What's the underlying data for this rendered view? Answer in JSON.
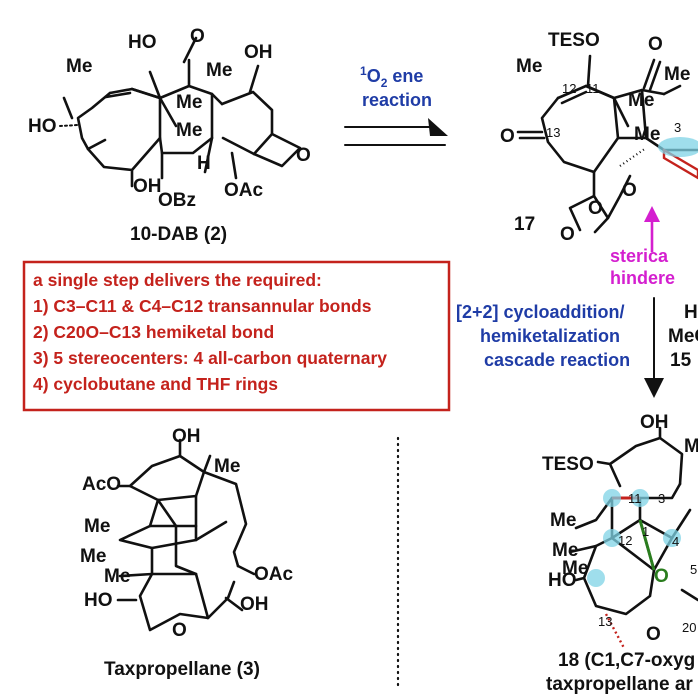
{
  "compound_2": {
    "name": "10-DAB (2)",
    "labels": {
      "oh_top_left": "HO",
      "oh_top_right": "OH",
      "me_left": "Me",
      "me_c8": "Me",
      "me_gem1": "Me",
      "me_gem2": "Me",
      "ho_left": "HO",
      "h": "H",
      "o_ring": "O",
      "oh_bottom": "OH",
      "obz": "OBz",
      "oac": "OAc",
      "o_ketone": "O"
    }
  },
  "arrow_1": {
    "line1": "O",
    "superscript": "1",
    "subscript": "2",
    "line1_rest": " ene",
    "line2": "reaction"
  },
  "compound_17": {
    "number": "17",
    "labels": {
      "teso": "TESO",
      "o_ketone": "O",
      "me_left": "Me",
      "me_top": "Me",
      "me1": "Me",
      "me2": "Me",
      "c12": "12",
      "c11": "11",
      "c13": "13",
      "c3": "3",
      "o_13": "O",
      "o_carb1": "O",
      "o_carb2": "O",
      "o_carb3": "O"
    },
    "note_line1": "sterica",
    "note_line2": "hindere"
  },
  "conditions_box": {
    "title": "a single step delivers the required:",
    "items": [
      "1) C3–C11 & C4–C12  transannular bonds",
      "2) C20O–C13 hemiketal bond",
      "3) 5 stereocenters: 4 all-carbon quaternary",
      "4) cyclobutane and THF rings"
    ]
  },
  "arrow_2": {
    "line1": "[2+2] cycloaddition/",
    "line2": "hemiketalization",
    "line3": "cascade reaction",
    "side_line1": "H",
    "side_line2": "MeO",
    "side_line3": "15"
  },
  "compound_3": {
    "name": "Taxpropellane (3)",
    "labels": {
      "oh_top": "OH",
      "aco": "AcO",
      "me_top": "Me",
      "me1": "Me",
      "me2": "Me",
      "me3": "Me",
      "oac": "OAc",
      "ho": "HO",
      "oh": "OH",
      "o_ring": "O"
    }
  },
  "compound_18": {
    "name_line1": "18 (C1,C7-oxyg",
    "name_line2": "taxpropellane ar",
    "labels": {
      "oh_top": "OH",
      "m": "M",
      "teso": "TESO",
      "c11": "11",
      "c3": "3",
      "me1": "Me",
      "me2": "Me",
      "c12": "12",
      "c1": "1",
      "c4": "4",
      "me3": "Me",
      "o_green": "O",
      "ho": "HO",
      "c13": "13",
      "o_ring": "O",
      "c20": "20",
      "c5": "5"
    }
  },
  "colors": {
    "text": "#111111",
    "blue": "#1f3ca6",
    "red": "#c4221c",
    "magenta": "#d41fcf",
    "highlight": "#7fd3e6",
    "green": "#2a7d1e"
  }
}
